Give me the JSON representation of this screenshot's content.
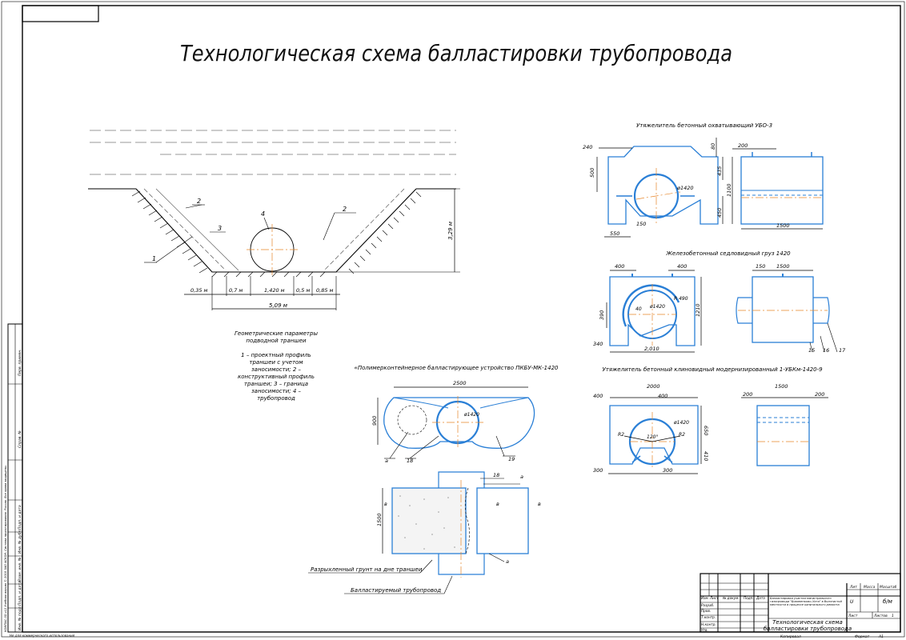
{
  "title": "Технологическая схема балластировки трубопровода",
  "trench": {
    "labels": {
      "one": "1",
      "two_left": "2",
      "three": "3",
      "four": "4",
      "two_right": "2"
    },
    "depth": "3,29 м",
    "dims": {
      "d1": "0,35 м",
      "d2": "0,7 м",
      "d3": "1,420 м",
      "d4": "0,5 м",
      "d5": "0,85 м",
      "total": "5,09 м"
    },
    "caption_title": [
      "Геометрические параметры",
      "подводной траншеи"
    ],
    "legend": [
      "1 – проектный профиль",
      "траншеи с учетом",
      "заносимости; 2 –",
      "конструктивный профиль",
      "траншеи; 3 – граница",
      "заносимости; 4 –",
      "трубопровод"
    ]
  },
  "ubo": {
    "title": "Утяжелитель бетонный охватывающий  УБО-3",
    "dims": {
      "a": "240",
      "b": "80",
      "c": "200",
      "d": "500",
      "e": "435",
      "f": "1100",
      "g": "450",
      "h": "150",
      "i": "550",
      "j": "1500",
      "pipe": "ø1420"
    }
  },
  "sedlo": {
    "title": "Железобетонный седловидный груз 1420",
    "dims": {
      "a": "400",
      "b": "400",
      "c": "150",
      "d": "1500",
      "e": "390",
      "f": "1210",
      "g": "340",
      "h": "2,010",
      "i": "R 490",
      "j": "ø1420",
      "k": "40",
      "l": "15",
      "m": "16",
      "n": "17"
    }
  },
  "ubkm": {
    "title": "Утяжелитель бетонный клиновидный модернизированный 1-УБКм-1420-9",
    "dims": {
      "a": "2000",
      "b": "400",
      "c": "400",
      "d": "200",
      "e": "1500",
      "f": "200",
      "g": "ø1420",
      "h": "R2",
      "i": "120°",
      "j": "R2",
      "k": "650",
      "l": "410",
      "m": "300",
      "n": "300"
    }
  },
  "pkbu": {
    "title": "«Полимерконтейнерное балластирующее устройство  ПКБУ-МК-1420",
    "dims": {
      "w": "2500",
      "h": "900",
      "pipe": "ø1420",
      "a": "а",
      "n18": "18",
      "n19": "19"
    }
  },
  "plan": {
    "labels": {
      "n18": "18",
      "a_top": "а",
      "v1": "в",
      "v2": "в",
      "v3": "в",
      "a_bot": "а",
      "dim": "1500"
    },
    "soil": "Разрыхленный грунт на дне траншеи",
    "pipe": "Балластируемый трубопровод"
  },
  "stamp": {
    "doc": "Балластировка участка магистрального газопровода \"Бованенково–Ухта\" в болотистой местности в процессе капитального ремонта",
    "name1": "Технологическая схема",
    "name2": "балластировки трубопровода",
    "lit": "Лит",
    "massa": "Масса",
    "masshtab": "Масштаб",
    "scale": "б/м",
    "u": "U",
    "list": "Лист",
    "listov": "Листов",
    "listov_n": "1",
    "rows": [
      "Изм.",
      "Лист",
      "№ докум.",
      "Подп.",
      "Дата"
    ],
    "people": [
      "Разраб.",
      "Пров.",
      "Т.контр.",
      "Н.контр.",
      "Утв."
    ],
    "copied": "Копировал",
    "format": "Формат",
    "format_v": "А1"
  },
  "side": {
    "txt1": "КОМПАС-3D v12 Учебная версия © 2010 ЗАО АСКОН. Система проектирования. Россия. Все права защищены.",
    "txt2": "Не для коммерческого использования",
    "cols": [
      "Инв. № подл.",
      "Подп. и дата",
      "Взам. инв. №",
      "Инв. № дубл.",
      "Подп. и дата",
      "Справ. №",
      "Перв. примен."
    ]
  }
}
